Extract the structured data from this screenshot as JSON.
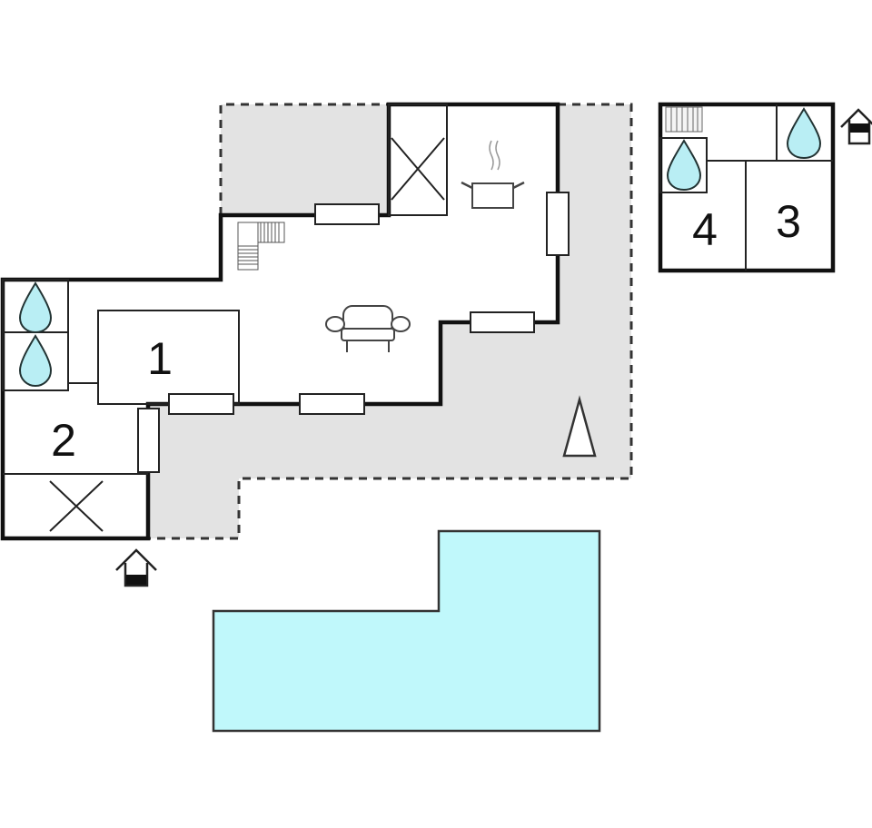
{
  "plan": {
    "rooms": [
      {
        "id": "room-1",
        "label": "1"
      },
      {
        "id": "room-2",
        "label": "2"
      },
      {
        "id": "room-3",
        "label": "3"
      },
      {
        "id": "room-4",
        "label": "4"
      }
    ],
    "colors": {
      "terrace": "#e3e3e3",
      "pool": "#c0f8fb",
      "water_drop": "#b9eef4",
      "wall": "#111111"
    },
    "icons": [
      "bathroom-drop-icon",
      "stairs-icon",
      "kitchen-pot-icon",
      "sofa-icon",
      "tree-icon",
      "entrance-icon",
      "closet-x-icon"
    ]
  }
}
